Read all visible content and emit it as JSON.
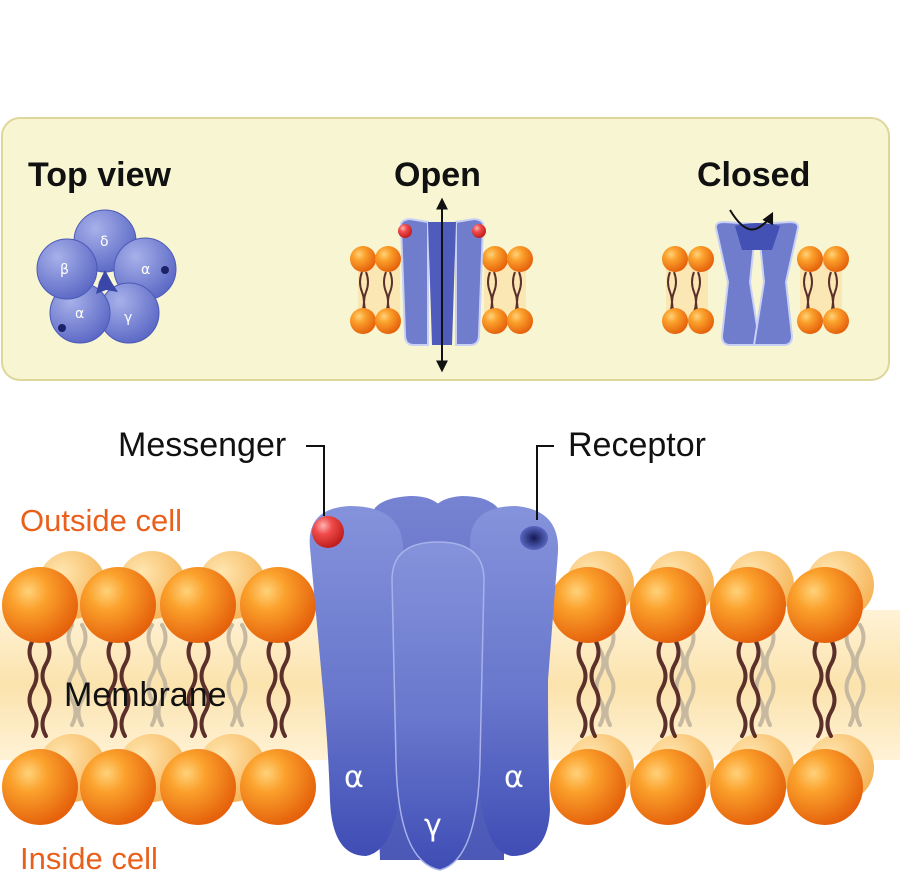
{
  "panel": {
    "top_view_label": "Top view",
    "open_label": "Open",
    "closed_label": "Closed",
    "top_view_subunits": [
      "δ",
      "α",
      "γ",
      "α",
      "β"
    ]
  },
  "main": {
    "messenger_label": "Messenger",
    "receptor_label": "Receptor",
    "outside_label": "Outside cell",
    "membrane_label": "Membrane",
    "inside_label": "Inside cell",
    "subunit_left": "α",
    "subunit_center": "γ",
    "subunit_right": "α"
  },
  "colors": {
    "panel_bg": "#f8f6d2",
    "panel_border": "#ddd79c",
    "lipid_head": "#f7941d",
    "lipid_tail": "#5b2f2a",
    "protein": "#6f7dcc",
    "protein_dark": "#3d4bb0",
    "messenger": "#e83b3b",
    "outside_inside_text": "#e8601c"
  }
}
